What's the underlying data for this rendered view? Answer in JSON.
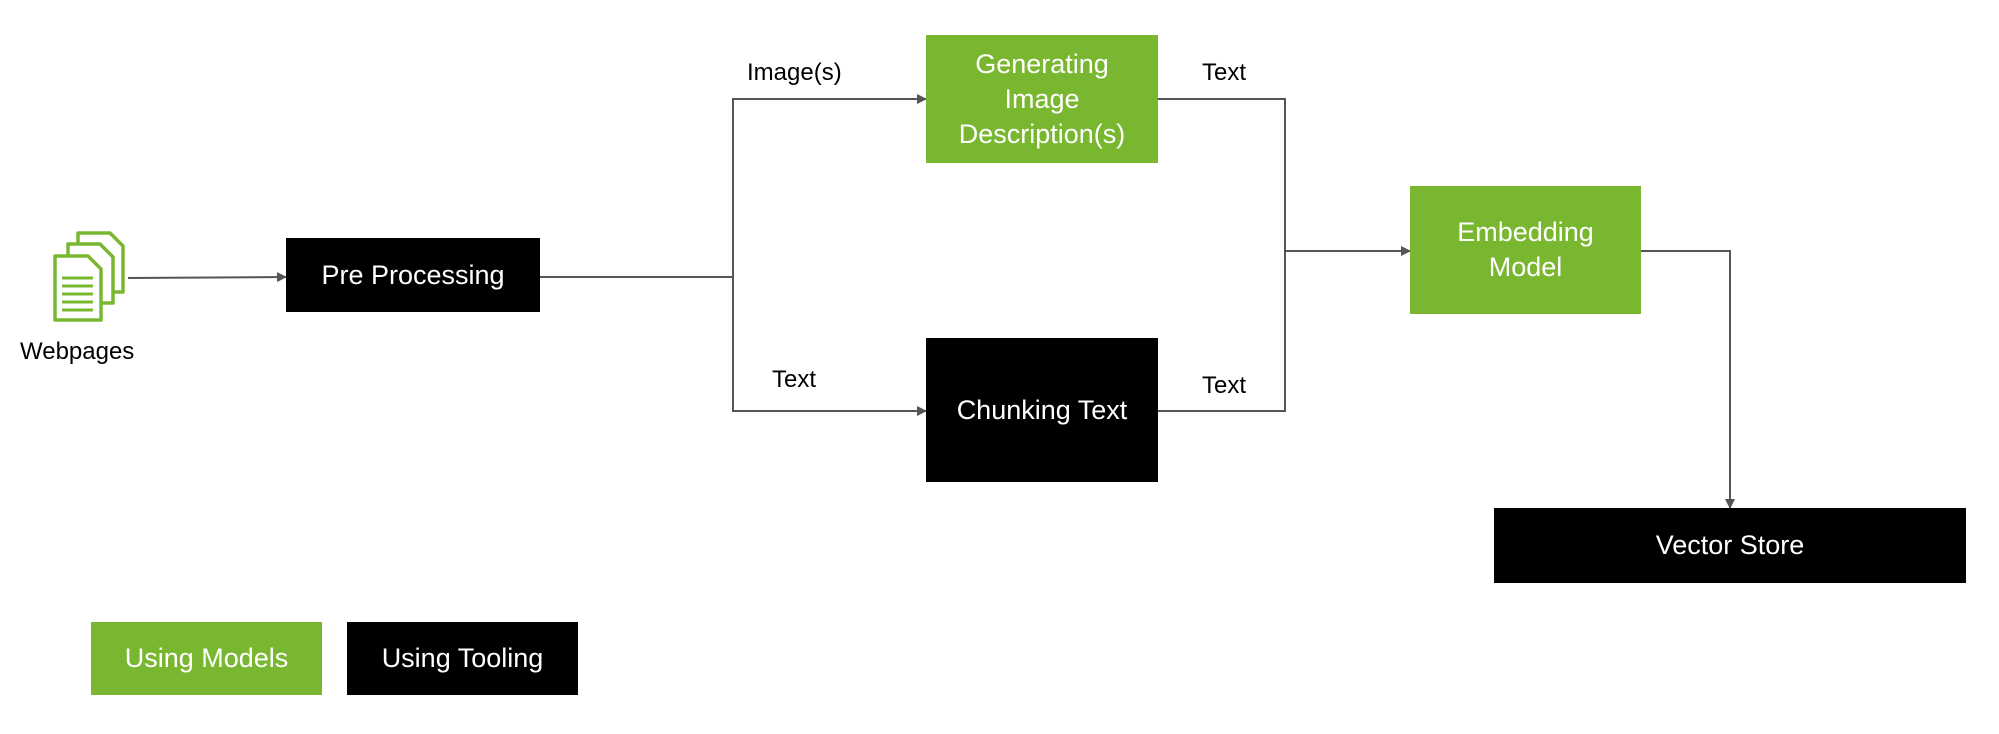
{
  "source": {
    "label": "Webpages",
    "icon": "documents-icon"
  },
  "nodes": {
    "pre_processing": "Pre Processing",
    "generating_image_descriptions": "Generating Image Description(s)",
    "chunking_text": "Chunking Text",
    "embedding_model": "Embedding Model",
    "vector_store": "Vector Store"
  },
  "edges": {
    "images_label": "Image(s)",
    "text_to_chunking_label": "Text",
    "text_from_image_desc_label": "Text",
    "text_from_chunking_label": "Text"
  },
  "legend": {
    "models": "Using Models",
    "tooling": "Using Tooling"
  },
  "colors": {
    "models": "#7ab730",
    "tooling": "#000000",
    "connector": "#555555"
  }
}
